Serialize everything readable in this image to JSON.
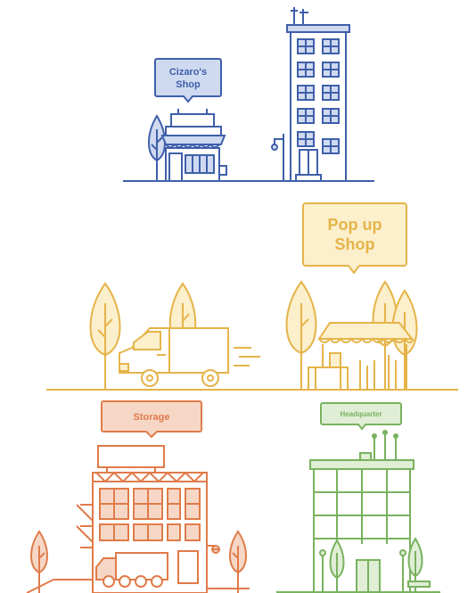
{
  "scenes": {
    "cizaro_shop": {
      "label_line1": "Cizaro's",
      "label_line2": "Shop",
      "color": "#3f5faa",
      "fill": "#cfdaf1"
    },
    "popup_shop": {
      "label_line1": "Pop up",
      "label_line2": "Shop",
      "color": "#e5b449",
      "fill": "#fbefcc"
    },
    "storage": {
      "label": "Storage",
      "color": "#e07b4a",
      "fill": "#f6d7c6"
    },
    "headquarter": {
      "label": "Headquarter",
      "color": "#79b25f",
      "fill": "#dfeed5"
    }
  },
  "icons": [
    "tree-icon",
    "building-icon",
    "shop-icon",
    "van-icon",
    "truck-icon",
    "lamp-post-icon"
  ]
}
